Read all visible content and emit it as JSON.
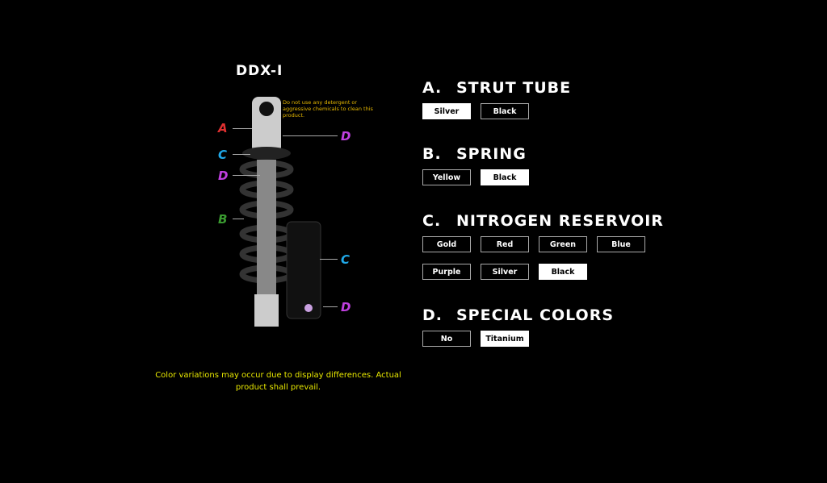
{
  "product": {
    "title": "DDX-I",
    "warning": "Do not use any detergent or aggressive chemicals to clean this product.",
    "disclaimer": "Color variations may occur due to display differences. Actual product shall prevail."
  },
  "callouts": [
    {
      "letter": "A",
      "color": "#e03030"
    },
    {
      "letter": "D",
      "color": "#c040e0"
    },
    {
      "letter": "C",
      "color": "#20a8e8"
    },
    {
      "letter": "D",
      "color": "#c040e0"
    },
    {
      "letter": "B",
      "color": "#3a9a30"
    },
    {
      "letter": "C",
      "color": "#20a8e8"
    },
    {
      "letter": "D",
      "color": "#c040e0"
    }
  ],
  "sections": [
    {
      "letter": "A.",
      "title": "STRUT TUBE",
      "options": [
        {
          "label": "Silver",
          "selected": true
        },
        {
          "label": "Black",
          "selected": false
        }
      ]
    },
    {
      "letter": "B.",
      "title": "SPRING",
      "options": [
        {
          "label": "Yellow",
          "selected": false
        },
        {
          "label": "Black",
          "selected": true
        }
      ]
    },
    {
      "letter": "C.",
      "title": "NITROGEN RESERVOIR",
      "options": [
        {
          "label": "Gold",
          "selected": false
        },
        {
          "label": "Red",
          "selected": false
        },
        {
          "label": "Green",
          "selected": false
        },
        {
          "label": "Blue",
          "selected": false
        },
        {
          "label": "Purple",
          "selected": false
        },
        {
          "label": "Silver",
          "selected": false
        },
        {
          "label": "Black",
          "selected": true
        }
      ]
    },
    {
      "letter": "D.",
      "title": "SPECIAL COLORS",
      "options": [
        {
          "label": "No",
          "selected": false
        },
        {
          "label": "Titanium",
          "selected": true
        }
      ]
    }
  ]
}
